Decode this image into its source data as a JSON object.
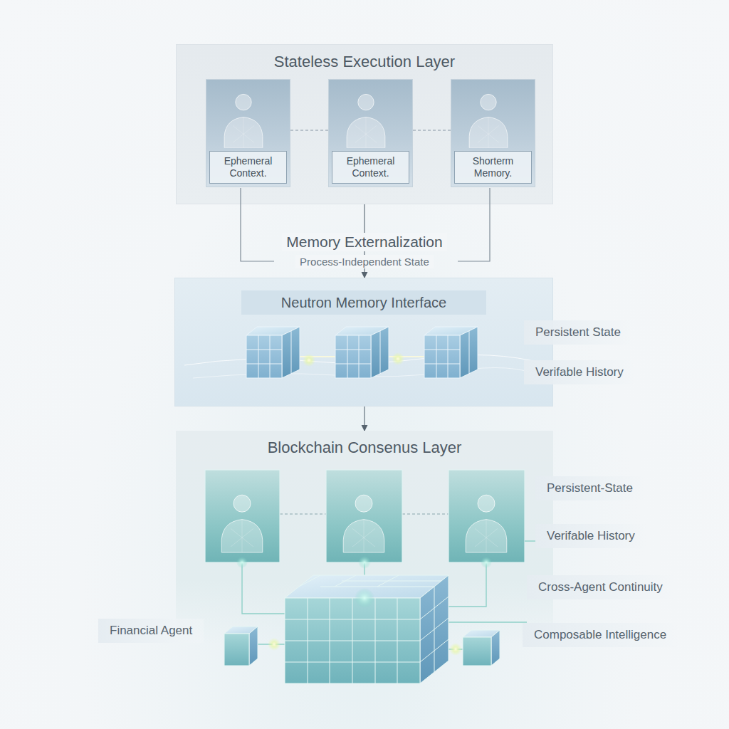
{
  "diagram": {
    "nodes": [
      {
        "text": [
          "Stateless Execution Layer"
        ]
      },
      {
        "text": [
          "Ephemeral Context."
        ],
        "in": 0
      },
      {
        "text": [
          "Ephemeral Context."
        ],
        "in": 0
      },
      {
        "text": [
          "Shorterm Memory."
        ],
        "in": 0
      },
      {
        "text": [
          "Neutron Memory Interface"
        ]
      },
      {
        "text": [
          "Blockchain Consenus Layer"
        ]
      }
    ],
    "edges": [
      {
        "from": 0,
        "to": 4,
        "arrow": "to"
      },
      {
        "from": 4,
        "to": 5,
        "arrow": "to"
      }
    ],
    "labels": [
      "Memory Externalization",
      "Process-Independent State",
      "Persistent State",
      "Verifable History",
      "Persistent-State",
      "Verifable History",
      "Cross-Agent Continuity",
      "Composable Intelligence",
      "Financial Agent"
    ]
  }
}
